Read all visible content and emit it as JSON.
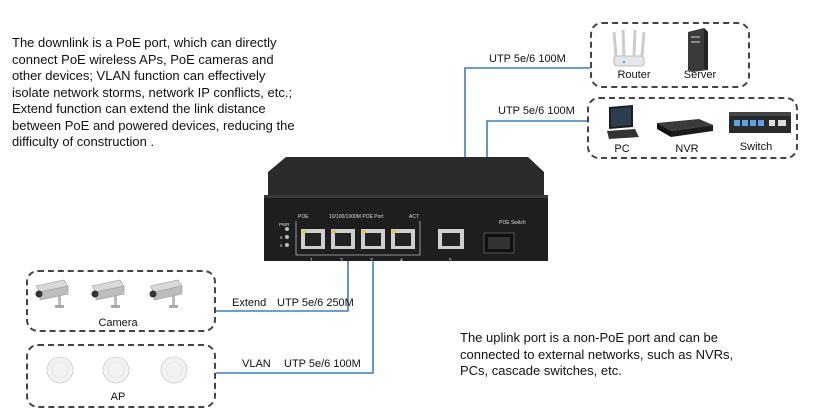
{
  "notes": {
    "downlink": "The downlink is a PoE port, which can directly\nconnect PoE wireless APs, PoE cameras and\nother devices; VLAN function can effectively\nisolate network storms, network IP conflicts, etc.;\nExtend function can extend the link distance\nbetween PoE and powered devices, reducing the\ndifficulty of construction .",
    "uplink": "The uplink port is a non-PoE port and can be\nconnected to external networks, such as NVRs,\nPCs, cascade switches, etc."
  },
  "links": {
    "top_1": "UTP 5e/6  100M",
    "top_2": "UTP 5e/6  100M",
    "extend_mode": "Extend",
    "extend_cable": "UTP 5e/6  250M",
    "vlan_mode": "VLAN",
    "vlan_cable": "UTP 5e/6  100M"
  },
  "devices": {
    "router": "Router",
    "server": "Server",
    "pc": "PC",
    "nvr": "NVR",
    "switch": "Switch",
    "camera": "Camera",
    "ap": "AP"
  },
  "panel": {
    "poe": "POE",
    "port_title": "10/100/1000M  POE Port",
    "act": "ACT",
    "pwr": "PWR",
    "led_6": "6",
    "led_5": "5",
    "port_1": "1",
    "port_2": "2",
    "port_3": "3",
    "port_4": "4",
    "port_5": "5",
    "brand": "POE Switch"
  },
  "colors": {
    "link_line": "#3a7fc8",
    "switch_body": "#1e1e1e",
    "dashed_border": "#444444"
  }
}
